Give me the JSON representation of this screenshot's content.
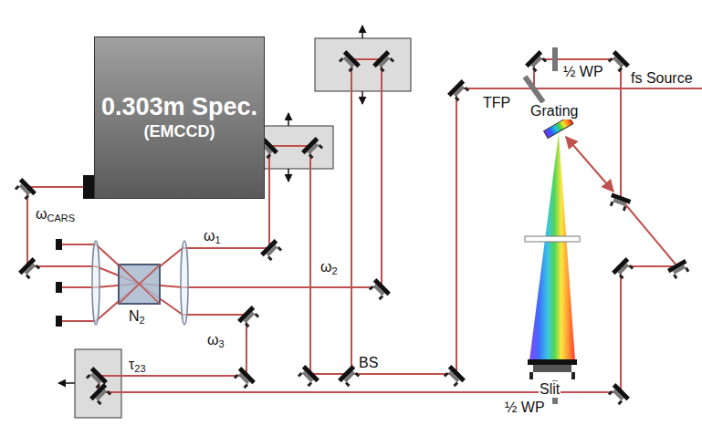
{
  "diagram": {
    "nodes": [
      {
        "text": [
          "0.303m Spec.",
          "(EMCCD)"
        ]
      }
    ],
    "labels": [
      "ωCARS",
      "ω1",
      "ω2",
      "ω3",
      "N2",
      "τ23",
      "BS",
      "TFP",
      "½ WP",
      "fs Source",
      "Grating",
      "Slit",
      "½ WP"
    ]
  }
}
